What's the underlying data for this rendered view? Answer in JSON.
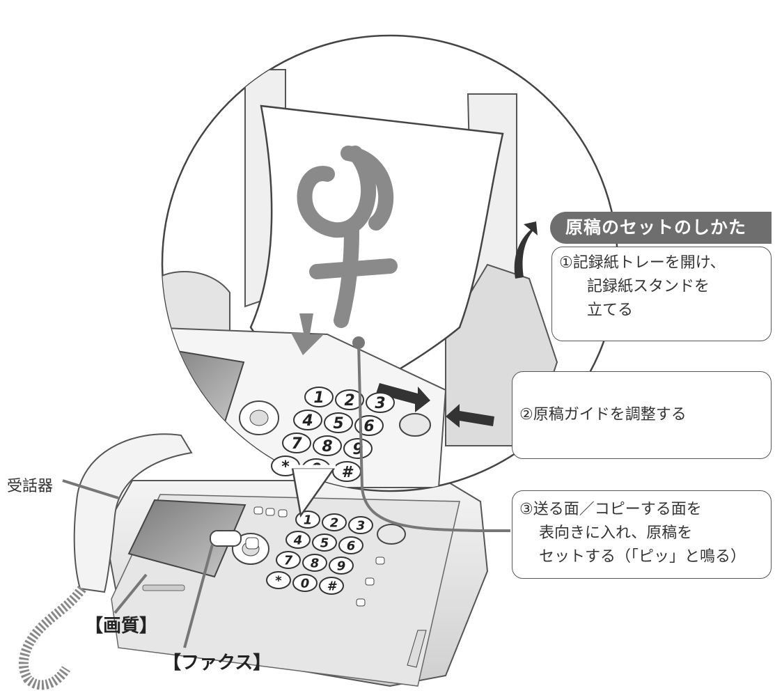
{
  "heading": "原稿のセットのしかた",
  "steps": {
    "step1": {
      "line1": "①記録紙トレーを開け、",
      "line2": "記録紙スタンドを",
      "line3": "立てる"
    },
    "step2": {
      "line1": "②原稿ガイドを調整する"
    },
    "step3": {
      "line1": "③送る面／コピーする面を",
      "line2": "表向きに入れ、原稿を",
      "line3": "セットする（「ピッ」と鳴る）"
    }
  },
  "labels": {
    "handset": "受話器",
    "quality_key": "【画質】",
    "fax_key": "【ファクス】"
  },
  "keypad": [
    "1",
    "2",
    "3",
    "4",
    "5",
    "6",
    "7",
    "8",
    "9",
    "*",
    "0",
    "#"
  ],
  "colors": {
    "badge": "#6e6e6e",
    "line": "#777777",
    "outline": "#555555"
  }
}
